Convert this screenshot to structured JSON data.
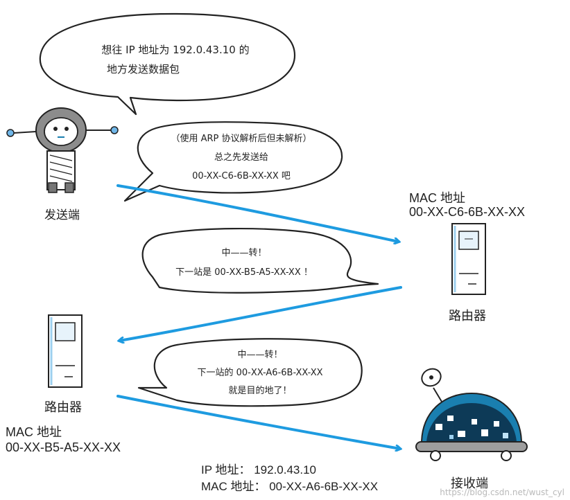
{
  "bubbles": {
    "top": [
      "想往 IP 地址为 192.0.43.10 的",
      "地方发送数据包"
    ],
    "arp": [
      "（使用 ARP 协议解析后但未解析）",
      "总之先发送给",
      "00-XX-C6-6B-XX-XX 吧"
    ],
    "relay1": [
      "中——转！",
      "下一站是 00-XX-B5-A5-XX-XX ！"
    ],
    "relay2": [
      "中——转！",
      "下一站的 00-XX-A6-6B-XX-XX",
      "就是目的地了！"
    ]
  },
  "sender": {
    "label": "发送端"
  },
  "router_right": {
    "mac_title": "MAC 地址",
    "mac": "00-XX-C6-6B-XX-XX",
    "label": "路由器"
  },
  "router_left": {
    "label": "路由器",
    "mac_title": "MAC 地址",
    "mac": "00-XX-B5-A5-XX-XX"
  },
  "receiver": {
    "ip": "IP 地址： 192.0.43.10",
    "mac": "MAC 地址： 00-XX-A6-6B-XX-XX",
    "label": "接收端"
  },
  "colors": {
    "arrow": "#1e9be0",
    "outline": "#222222",
    "robot_blue": "#1a7fb0"
  },
  "watermark": "https://blog.csdn.net/wust_cyl"
}
